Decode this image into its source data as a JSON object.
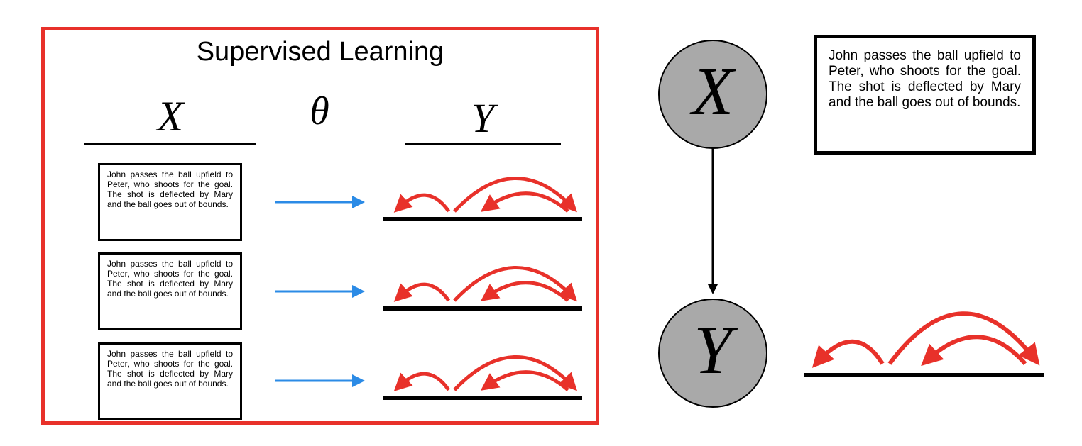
{
  "left_panel": {
    "title": "Supervised Learning",
    "symbol_x": "X",
    "symbol_theta": "θ",
    "symbol_y": "Y",
    "examples": [
      {
        "text": "John passes the ball upfield to Peter, who shoots for the goal. The shot is deflected by Mary and the ball goes out of bounds."
      },
      {
        "text": "John passes the ball upfield to Peter, who shoots for the goal. The shot is deflected by Mary and the ball goes out of bounds."
      },
      {
        "text": "John passes the ball upfield to Peter, who shoots for the goal. The shot is deflected by Mary and the ball goes out of bounds."
      }
    ]
  },
  "graphical_model": {
    "node_x_label": "X",
    "node_y_label": "Y",
    "x_text": "John passes the ball upfield to Peter, who shoots for the goal. The shot is deflected by Mary and the ball goes out of bounds."
  },
  "colors": {
    "frame": "#e8312a",
    "arc": "#e8312a",
    "input_arrow": "#2b8be6",
    "node_fill": "#a9a9a9",
    "line": "#000000"
  }
}
